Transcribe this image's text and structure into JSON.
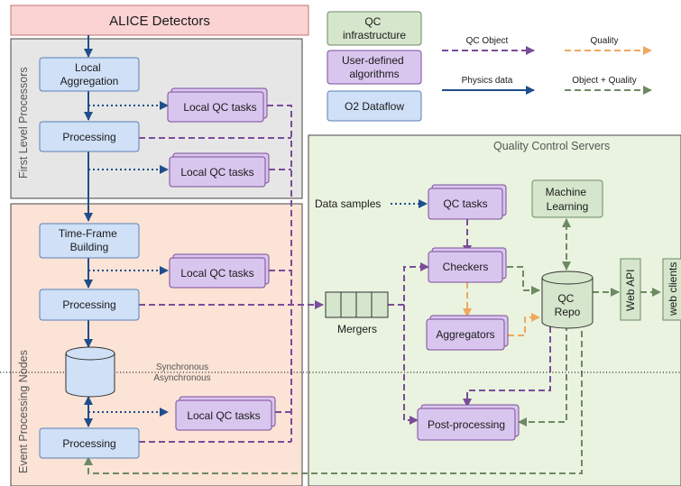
{
  "diagram": {
    "title": "ALICE Detectors",
    "groups": {
      "flp": "First Level Processors",
      "epn": "Event Processing Nodes",
      "qcs": "Quality Control Servers"
    },
    "legend": {
      "qc_infrastructure": [
        "QC",
        "infrastructure"
      ],
      "user_algorithms": [
        "User-defined",
        "algorithms"
      ],
      "o2_dataflow": "O2 Dataflow",
      "qc_object": "QC Object",
      "quality": "Quality",
      "physics_data": "Physics data",
      "object_quality": "Object + Quality"
    },
    "nodes": {
      "local_aggregation": [
        "Local",
        "Aggregation"
      ],
      "processing": "Processing",
      "time_frame_building": [
        "Time-Frame",
        "Building"
      ],
      "local_qc_tasks": "Local QC tasks",
      "qc_tasks": "QC tasks",
      "checkers": "Checkers",
      "aggregators": "Aggregators",
      "post_processing": "Post-processing",
      "machine_learning": [
        "Machine",
        "Learning"
      ],
      "qc_repo": [
        "QC",
        "Repo"
      ],
      "mergers": "Mergers",
      "web_api": "Web API",
      "web_clients": "web clients",
      "data_samples": "Data samples"
    },
    "divider": {
      "synchronous": "Synchronous",
      "asynchronous": "Asynchronous"
    },
    "colors": {
      "physics": "#1f4e8c",
      "qc_object": "#7a4c99",
      "quality": "#f0a860",
      "object_quality": "#6d8a63",
      "o2_fill": "#cfe0f7",
      "user_fill": "#d9c6ee",
      "infra_fill": "#d5e6cc",
      "title_fill": "#fbd3d3"
    }
  }
}
